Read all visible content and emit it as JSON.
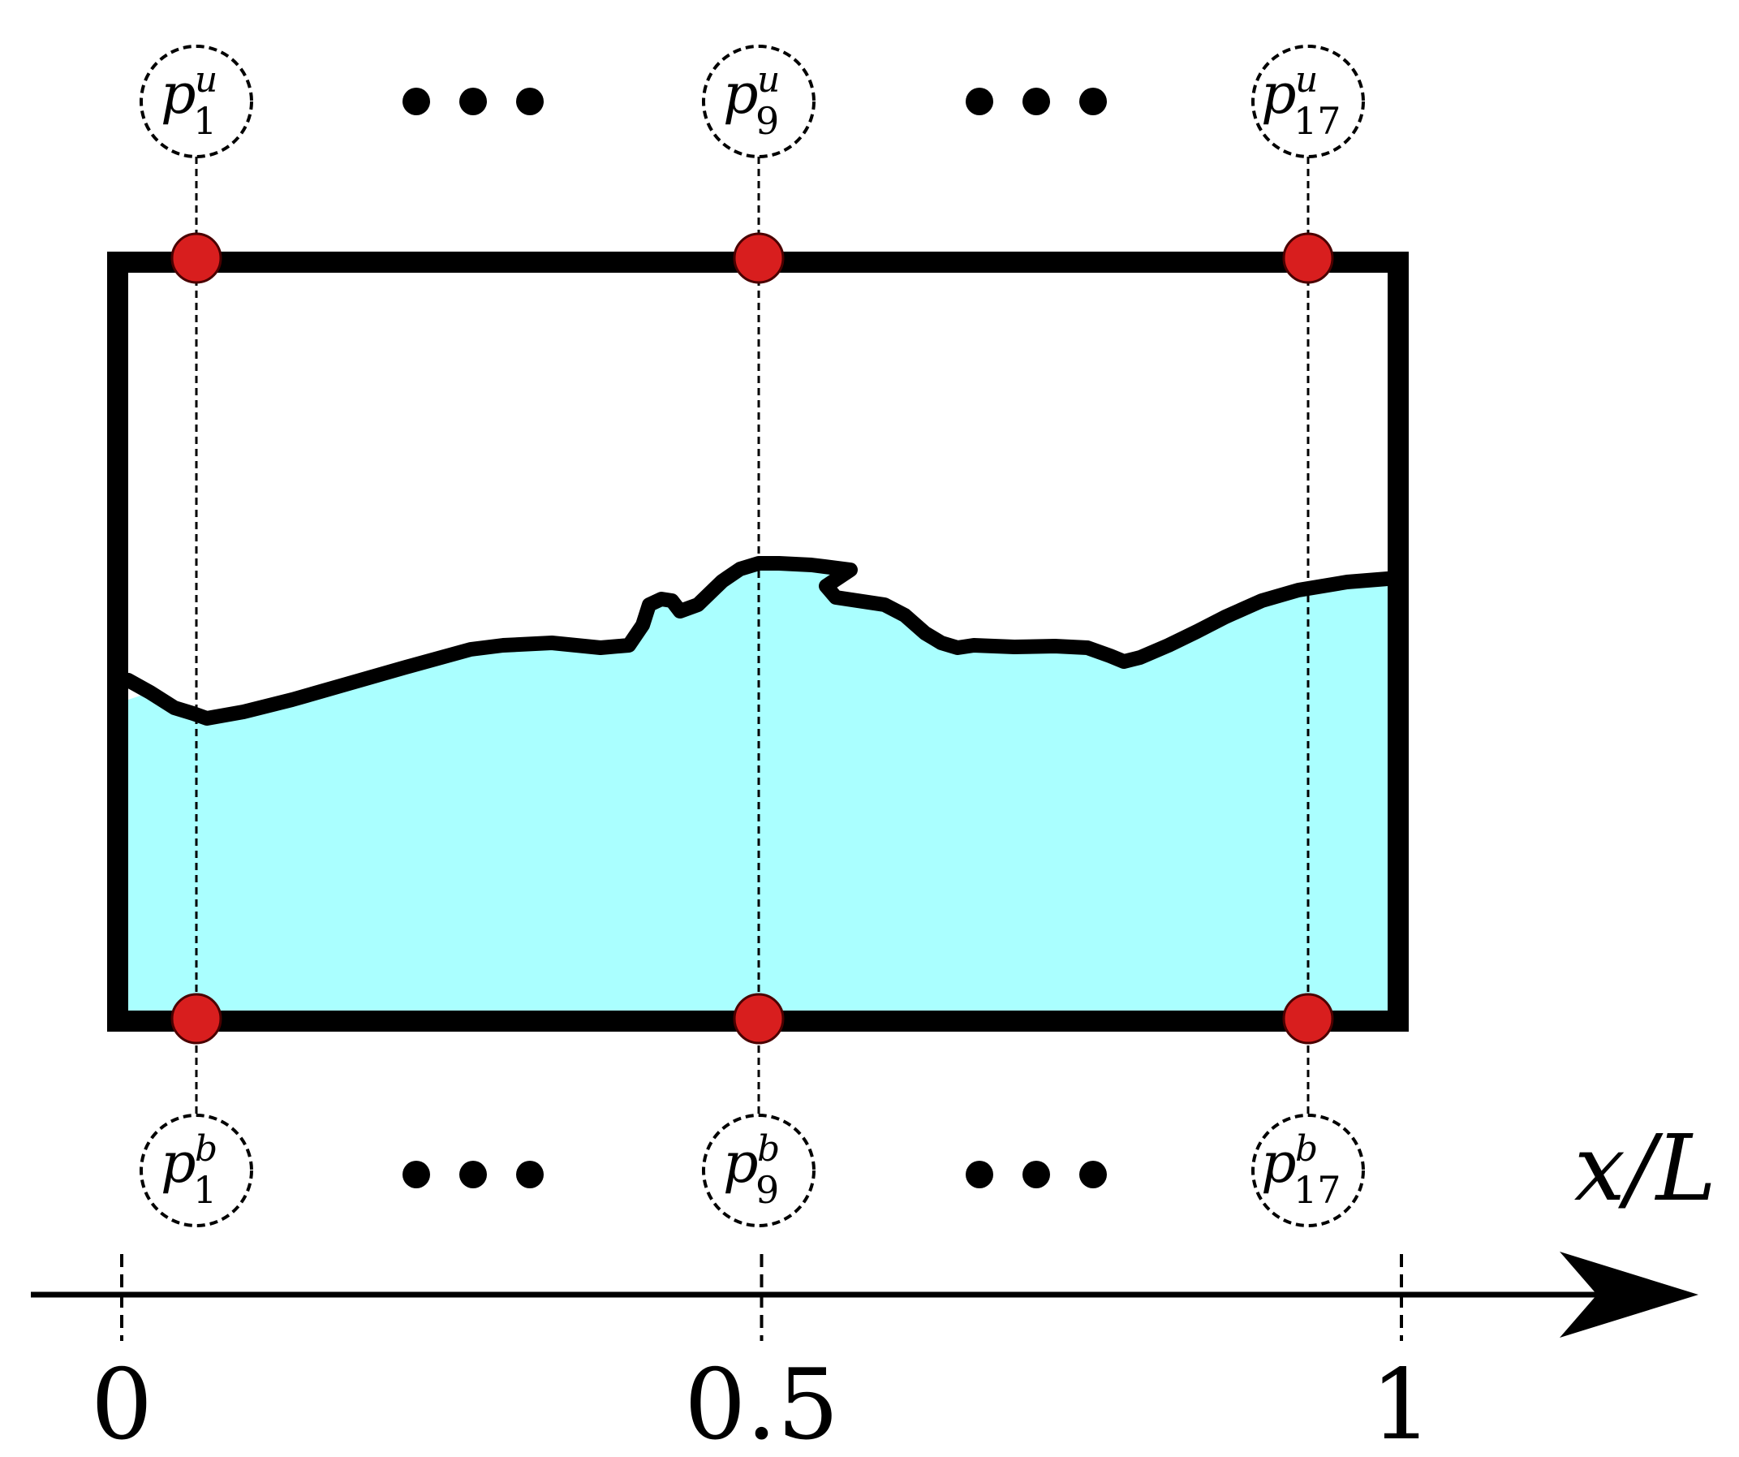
{
  "colors": {
    "water": "#aaffff",
    "probe": "#d81e1e",
    "outline": "#000000",
    "probe_stroke": "#4a0000"
  },
  "axis": {
    "label": "x/L",
    "ticks": [
      {
        "value": 0,
        "label": "0"
      },
      {
        "value": 0.5,
        "label": "0.5"
      },
      {
        "value": 1,
        "label": "1"
      }
    ]
  },
  "probes": {
    "upper": [
      {
        "base": "p",
        "sub": "1",
        "sup": "u"
      },
      {
        "base": "p",
        "sub": "9",
        "sup": "u"
      },
      {
        "base": "p",
        "sub": "17",
        "sup": "u"
      }
    ],
    "lower": [
      {
        "base": "p",
        "sub": "1",
        "sup": "b"
      },
      {
        "base": "p",
        "sub": "9",
        "sup": "b"
      },
      {
        "base": "p",
        "sub": "17",
        "sup": "b"
      }
    ]
  },
  "ellipsis": "•••"
}
